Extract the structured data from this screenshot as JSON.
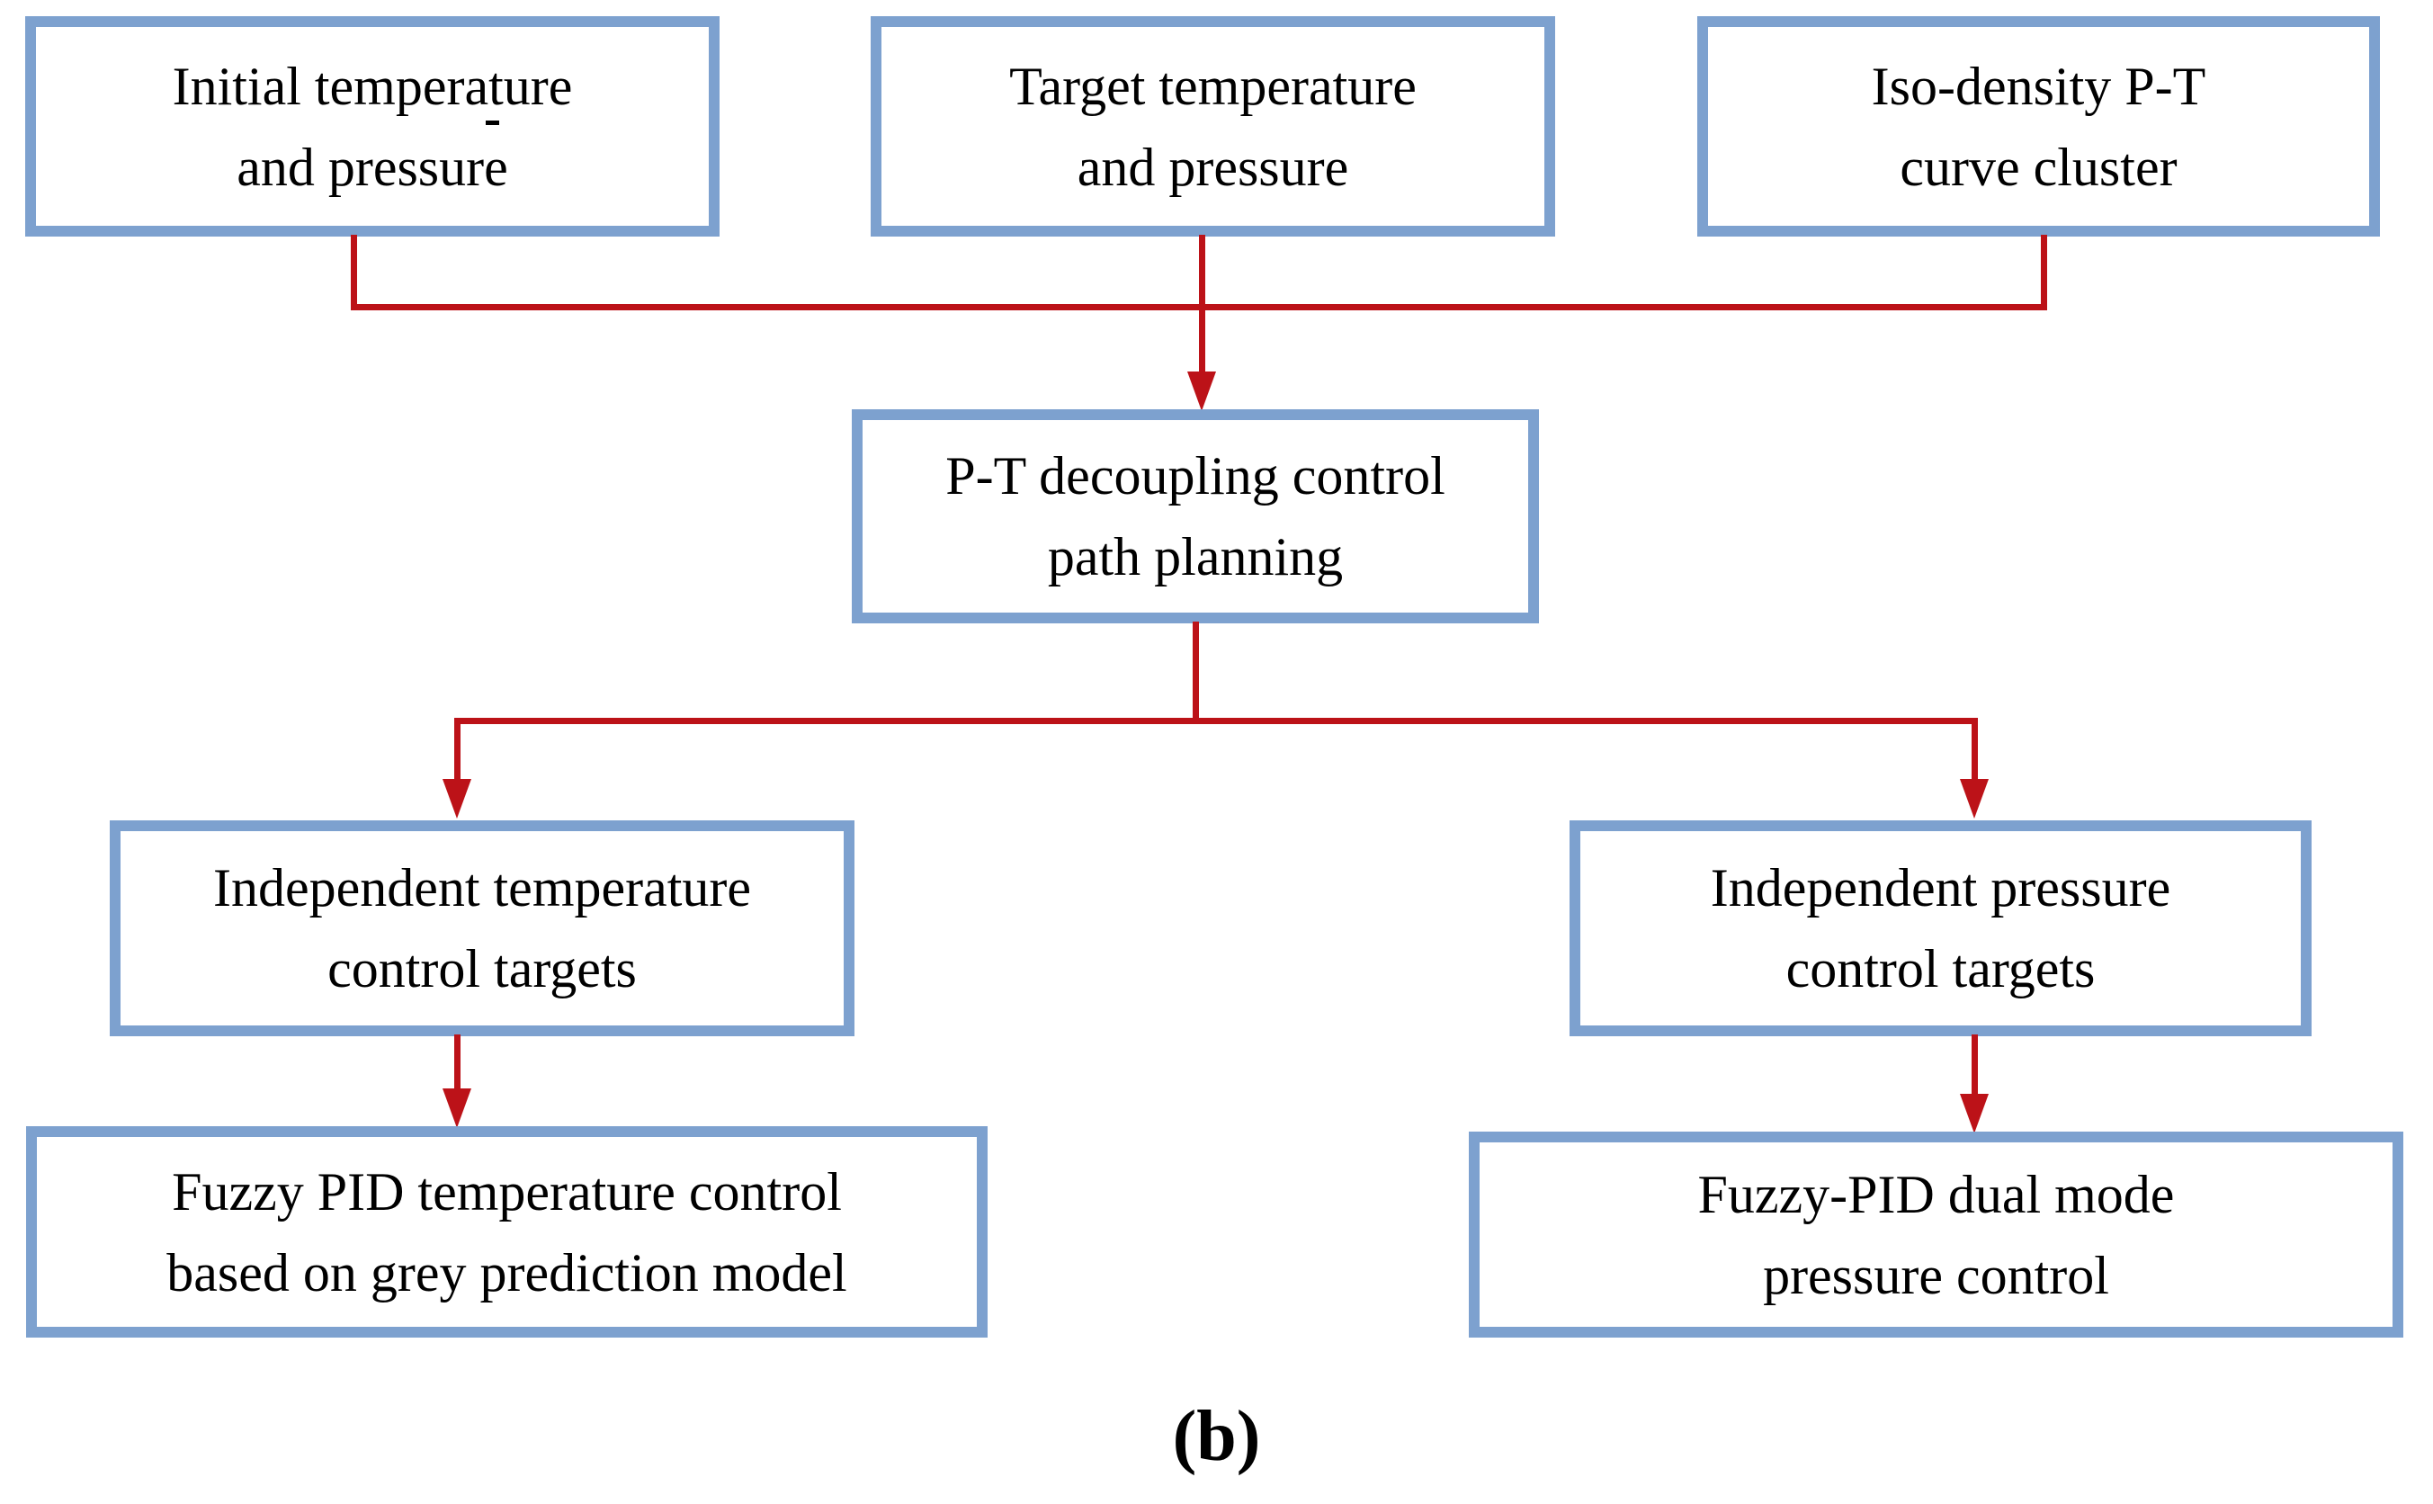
{
  "colors": {
    "box_border": "#7DA1CF",
    "arrow": "#BC1218",
    "text": "#000000",
    "background": "#FFFFFF"
  },
  "diagram": {
    "type": "flowchart",
    "caption": "(b)",
    "nodes": {
      "initial": {
        "label": [
          "Initial temperature",
          "and pressure"
        ]
      },
      "target": {
        "label": [
          "Target temperature",
          "and pressure"
        ]
      },
      "isodensity": {
        "label": [
          "Iso-density P-T",
          "curve cluster"
        ]
      },
      "decoupling": {
        "label": [
          "P-T decoupling control",
          "path planning"
        ]
      },
      "indep_temp": {
        "label": [
          "Independent temperature",
          "control targets"
        ]
      },
      "indep_press": {
        "label": [
          "Independent pressure",
          "control targets"
        ]
      },
      "fuzzy_temp": {
        "label": [
          "Fuzzy PID temperature control",
          "based on grey prediction model"
        ]
      },
      "fuzzy_press": {
        "label": [
          "Fuzzy-PID dual mode",
          "pressure control"
        ]
      }
    },
    "edges": [
      {
        "from": "initial",
        "to": "decoupling"
      },
      {
        "from": "target",
        "to": "decoupling"
      },
      {
        "from": "isodensity",
        "to": "decoupling"
      },
      {
        "from": "decoupling",
        "to": "indep_temp"
      },
      {
        "from": "decoupling",
        "to": "indep_press"
      },
      {
        "from": "indep_temp",
        "to": "fuzzy_temp"
      },
      {
        "from": "indep_press",
        "to": "fuzzy_press"
      }
    ]
  }
}
